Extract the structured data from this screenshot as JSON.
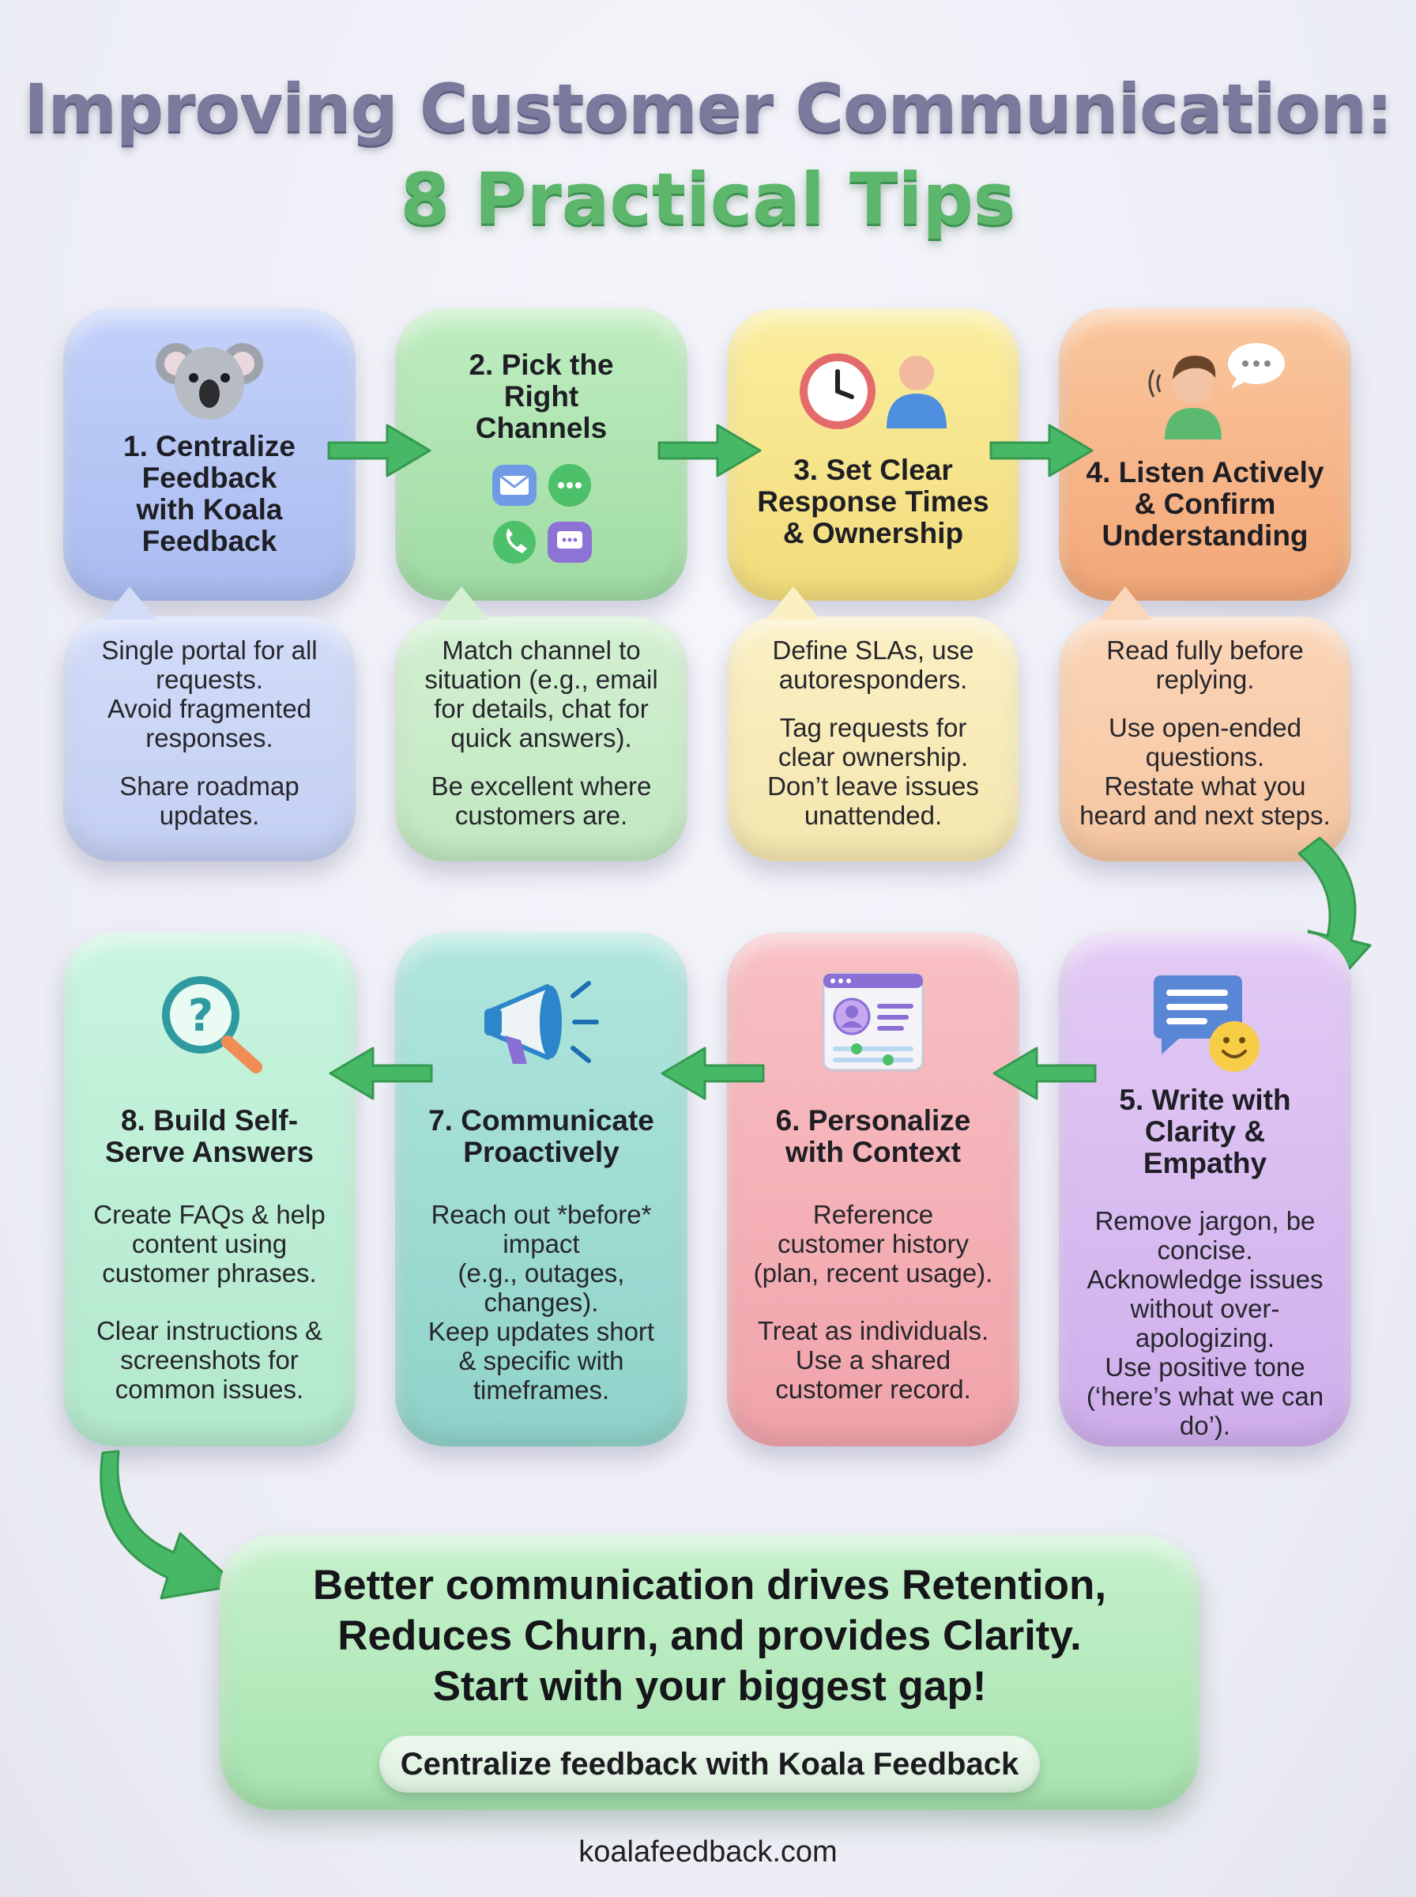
{
  "title": {
    "line1": "Improving Customer Communication:",
    "line2": "8 Practical Tips"
  },
  "tips": [
    {
      "title": "1. Centralize\nFeedback\nwith Koala\nFeedback",
      "icon": "koala-icon",
      "paragraphs": [
        "Single portal for all\nrequests.\nAvoid fragmented\nresponses.",
        "Share roadmap\nupdates."
      ],
      "color": "#b9c9f5"
    },
    {
      "title": "2. Pick the\nRight\nChannels",
      "icon": "channels-icon",
      "paragraphs": [
        "Match channel to\nsituation (e.g., email\nfor details, chat for\nquick answers).",
        "Be excellent where\ncustomers are."
      ],
      "color": "#b4e6b6"
    },
    {
      "title": "3. Set Clear\nResponse Times\n& Ownership",
      "icon": "clock-person-icon",
      "paragraphs": [
        "Define SLAs, use\nautoresponders.",
        "Tag requests for\nclear ownership.\nDon’t leave issues\nunattended."
      ],
      "color": "#f8e79a"
    },
    {
      "title": "4. Listen Actively\n& Confirm\nUnderstanding",
      "icon": "listening-person-icon",
      "paragraphs": [
        "Read fully before\nreplying.",
        "Use open-ended\nquestions.\nRestate what you\nheard and next steps."
      ],
      "color": "#f8bd8e"
    },
    {
      "title": "5. Write with\nClarity &\nEmpathy",
      "icon": "chat-smiley-icon",
      "paragraphs": [
        "Remove jargon, be\nconcise.\nAcknowledge issues\nwithout over-\napologizing.\nUse positive tone\n(‘here’s what we can\ndo’)."
      ],
      "color": "#dcc1f1"
    },
    {
      "title": "6. Personalize\nwith Context",
      "icon": "profile-card-icon",
      "paragraphs": [
        "Reference\ncustomer history\n(plan, recent usage).",
        "Treat as individuals.\nUse a shared\ncustomer record."
      ],
      "color": "#f6b5bb"
    },
    {
      "title": "7. Communicate\nProactively",
      "icon": "megaphone-icon",
      "paragraphs": [
        "Reach out *before*\nimpact\n(e.g., outages,\nchanges).\nKeep updates short\n& specific with\ntimeframes."
      ],
      "color": "#a8e0d8"
    },
    {
      "title": "8. Build Self-\nServe Answers",
      "icon": "question-magnifier-icon",
      "paragraphs": [
        "Create FAQs & help\ncontent using\ncustomer phrases.",
        "Clear instructions &\nscreenshots for\ncommon issues."
      ],
      "color": "#c2f0da"
    }
  ],
  "cta": {
    "text": "Better communication drives Retention,\nReduces Churn, and provides Clarity.\nStart with your biggest gap!",
    "button": "Centralize feedback with Koala Feedback"
  },
  "footer": "koalafeedback.com"
}
